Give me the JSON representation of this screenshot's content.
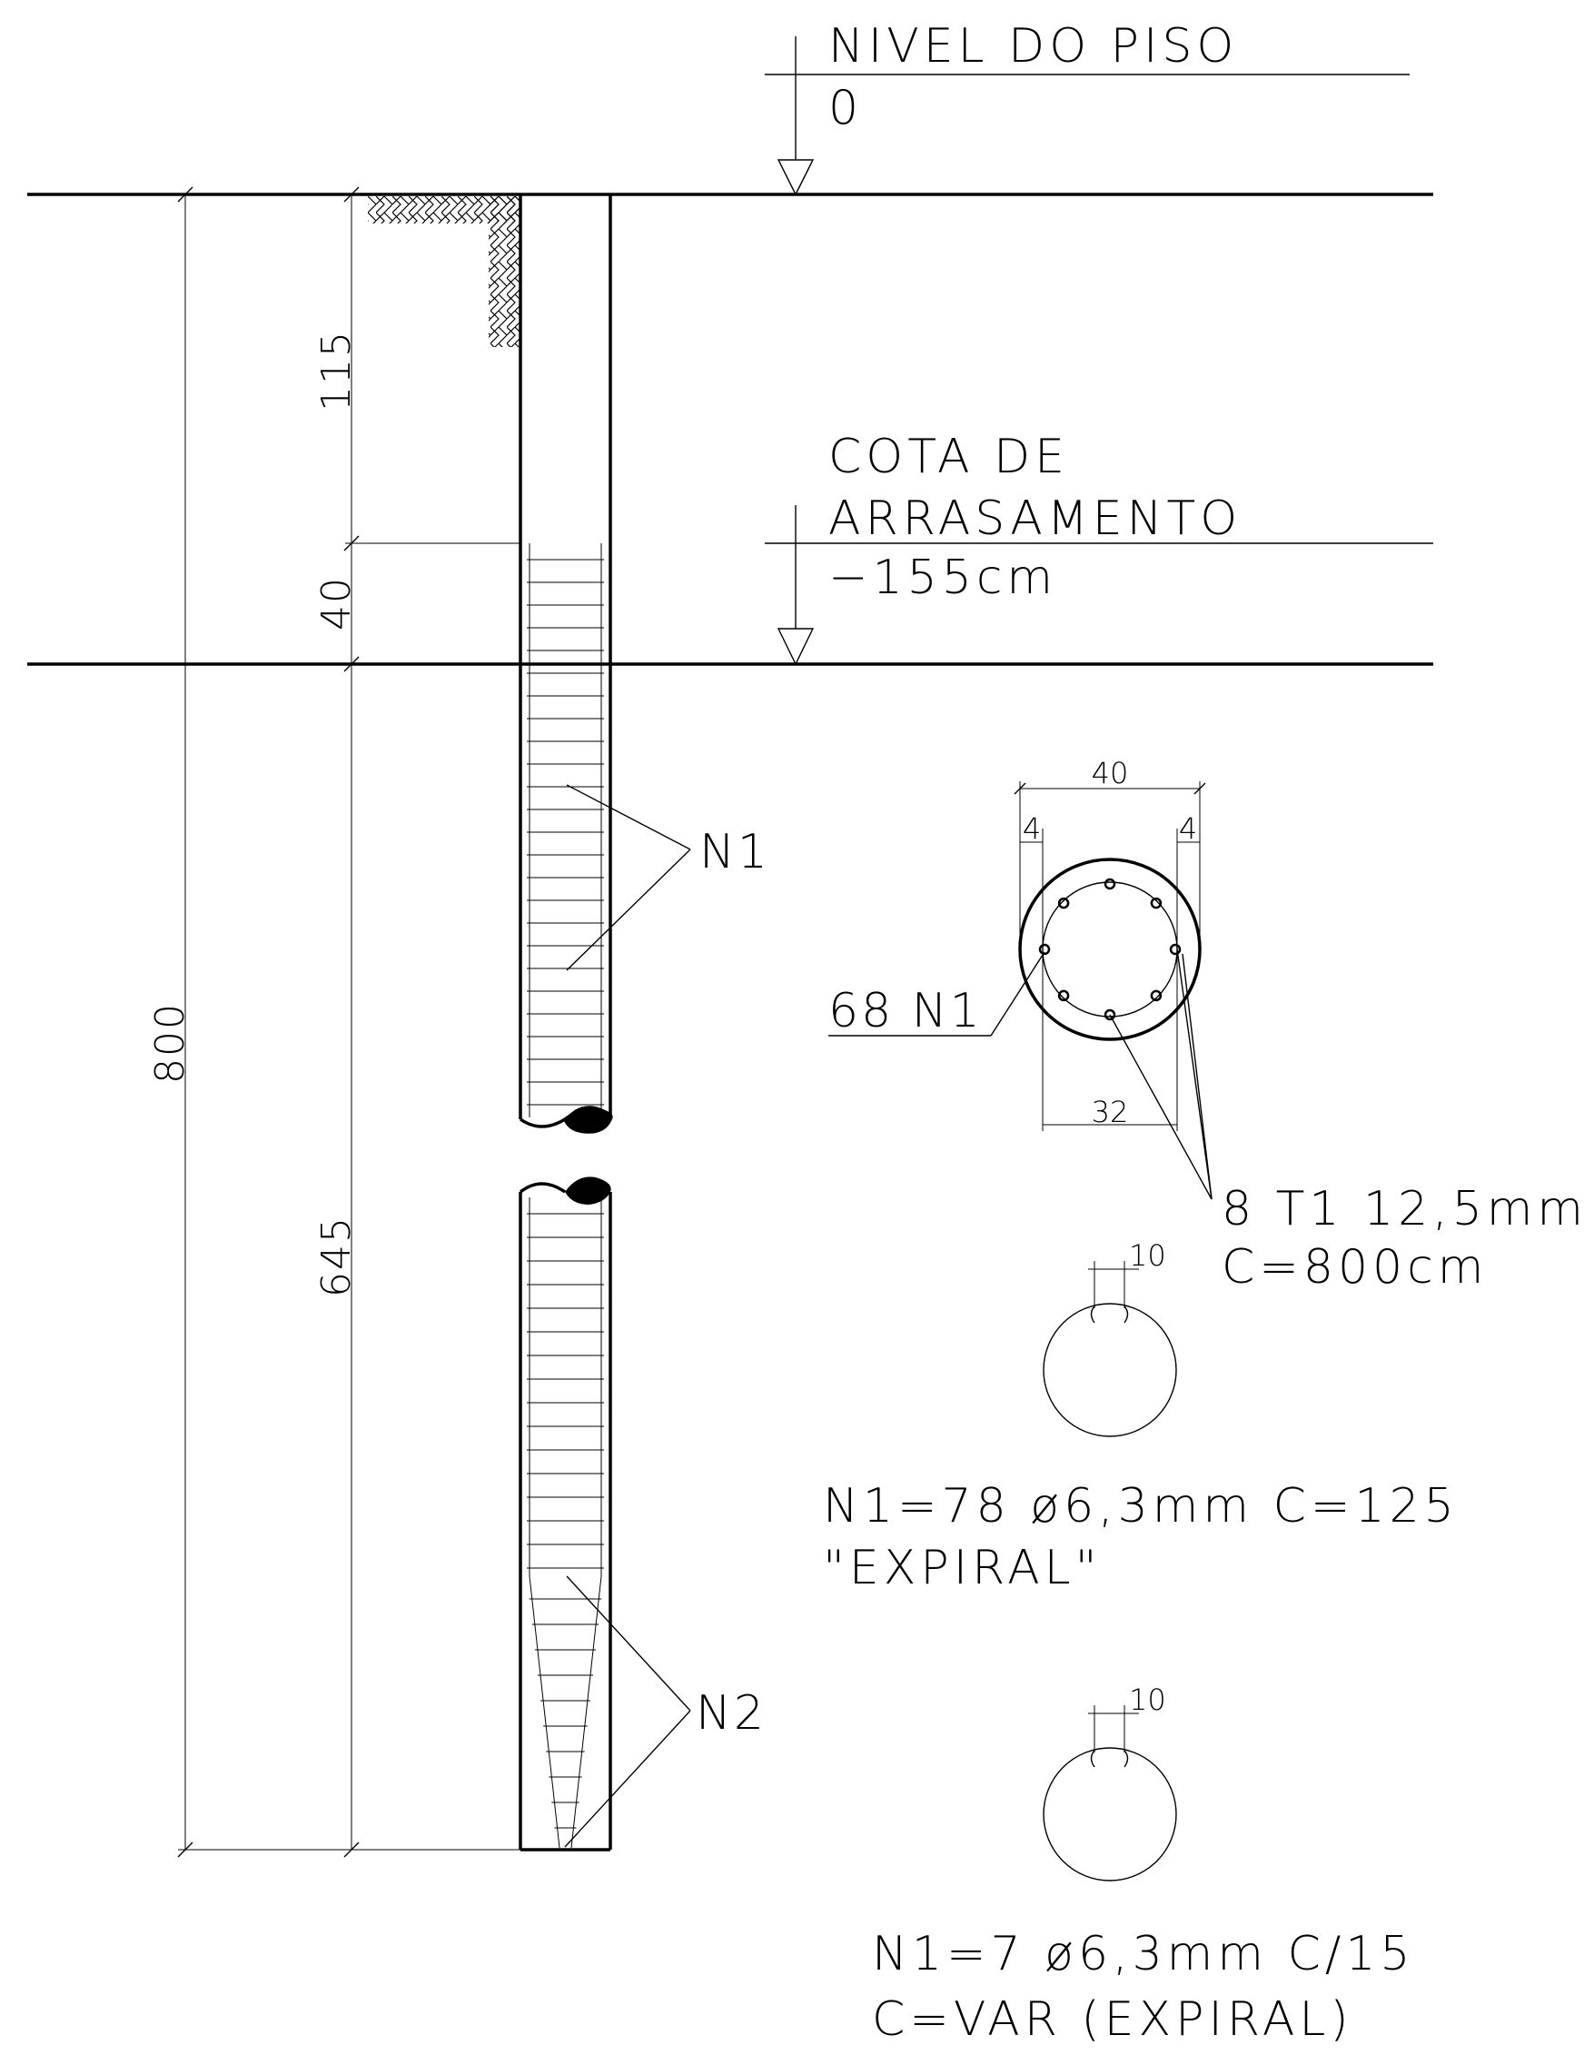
{
  "labels": {
    "floor_level_title": "NIVEL DO PISO",
    "floor_level_value": "0",
    "cutoff_line1": "COTA DE",
    "cutoff_line2": "ARRASAMENTO",
    "cutoff_value": "−155cm",
    "ref_n1": "N1",
    "ref_n2": "N2",
    "section_ref": "68 N1",
    "long_bars_line1": "8 T1 12,5mm",
    "long_bars_line2": "C=800cm",
    "spiral1_line1": "N1=78 ø6,3mm C=125",
    "spiral1_line2": "\"EXPIRAL\"",
    "spiral2_line1": "N1=7 ø6,3mm C/15",
    "spiral2_line2": "C=VAR (EXPIRAL)"
  },
  "dimensions": {
    "total_length": "800",
    "top_segment": "115",
    "cutoff_segment": "40",
    "bottom_segment": "645",
    "section_diameter": "40",
    "cover_left": "4",
    "cover_right": "4",
    "core_diameter": "32",
    "hook_1": "10",
    "hook_2": "10"
  },
  "colors": {
    "line": "#000000",
    "background": "#ffffff"
  }
}
